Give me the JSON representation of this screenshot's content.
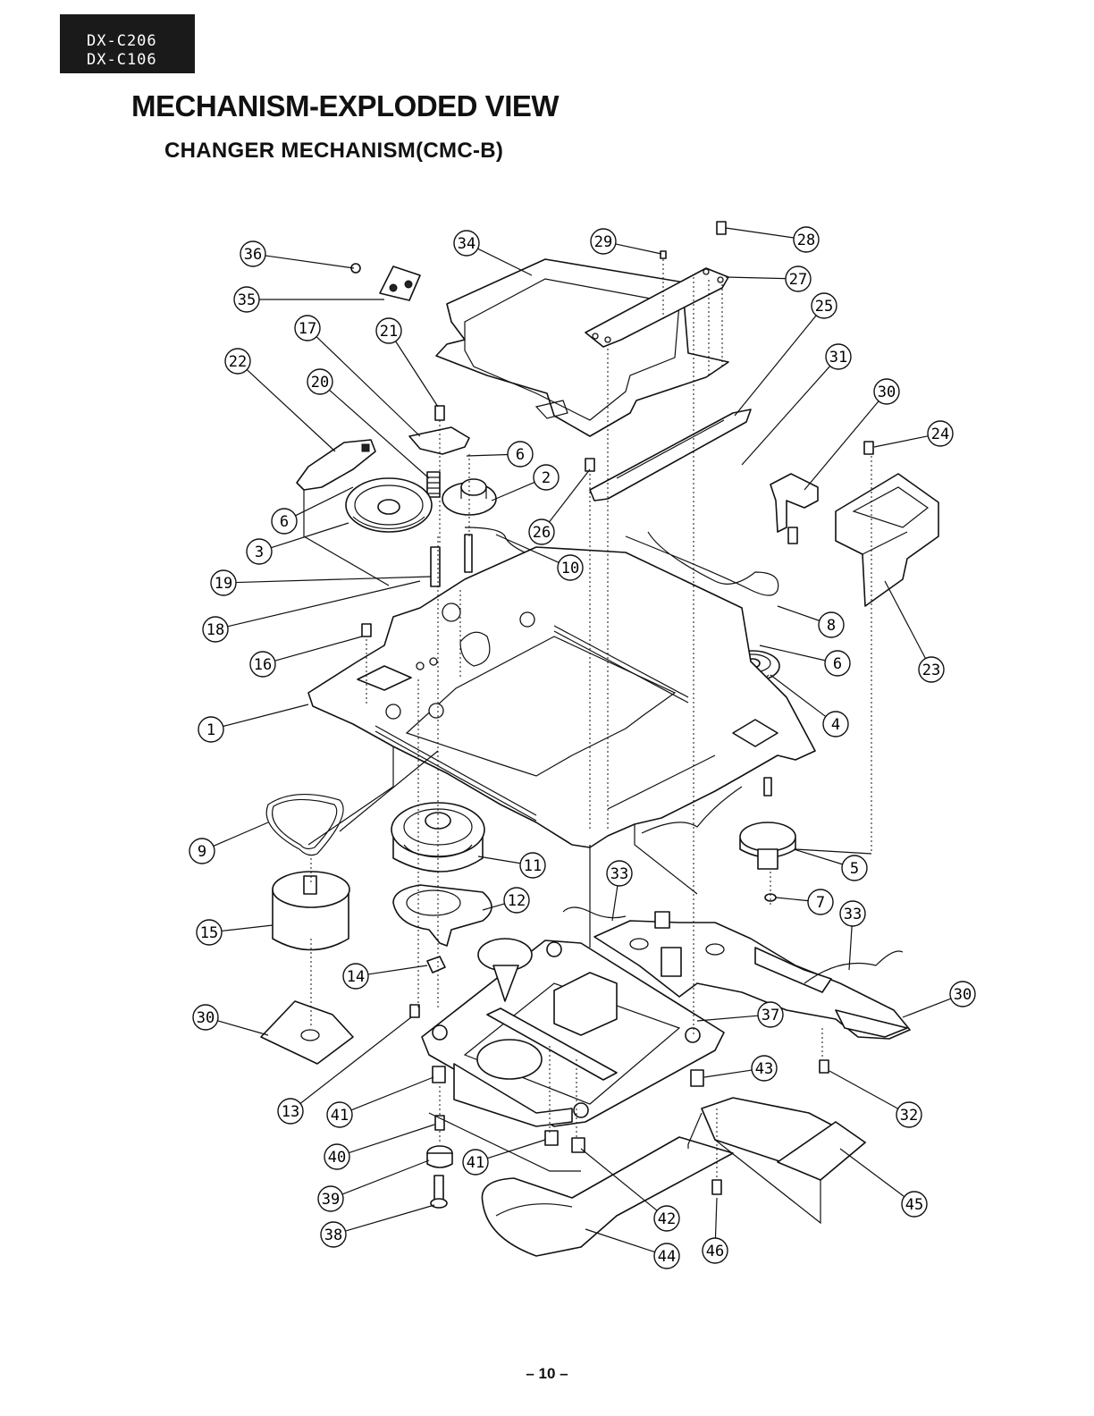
{
  "header": {
    "models": [
      "DX-C206",
      "DX-C106"
    ],
    "title": "MECHANISM-EXPLODED VIEW",
    "subtitle": "CHANGER MECHANISM(CMC-B)"
  },
  "diagram": {
    "callouts": [
      "1",
      "2",
      "3",
      "4",
      "5",
      "6",
      "6",
      "6",
      "7",
      "8",
      "9",
      "10",
      "11",
      "12",
      "13",
      "14",
      "15",
      "16",
      "17",
      "18",
      "19",
      "20",
      "21",
      "22",
      "23",
      "24",
      "25",
      "26",
      "27",
      "28",
      "29",
      "30",
      "30",
      "30",
      "31",
      "32",
      "33",
      "33",
      "34",
      "35",
      "36",
      "37",
      "38",
      "39",
      "40",
      "41",
      "41",
      "42",
      "43",
      "44",
      "45",
      "46"
    ]
  },
  "footer": {
    "page_number": "– 10 –"
  }
}
